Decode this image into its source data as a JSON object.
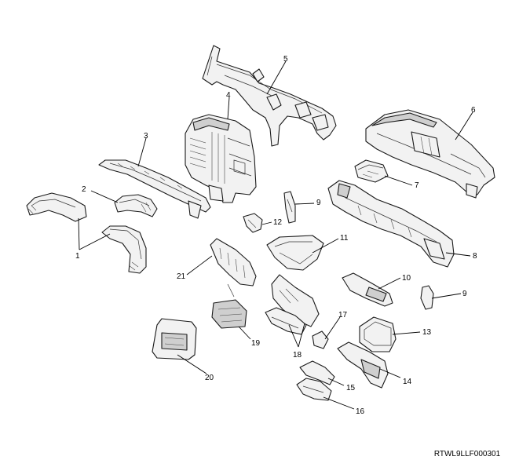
{
  "diagram": {
    "image_code": "RTWL9LLF000301",
    "callouts": [
      {
        "id": "c1a",
        "label": "1"
      },
      {
        "id": "c2",
        "label": "2"
      },
      {
        "id": "c3",
        "label": "3"
      },
      {
        "id": "c4",
        "label": "4"
      },
      {
        "id": "c5",
        "label": "5"
      },
      {
        "id": "c6",
        "label": "6"
      },
      {
        "id": "c7",
        "label": "7"
      },
      {
        "id": "c8",
        "label": "8"
      },
      {
        "id": "c9a",
        "label": "9"
      },
      {
        "id": "c9b",
        "label": "9"
      },
      {
        "id": "c10",
        "label": "10"
      },
      {
        "id": "c11",
        "label": "11"
      },
      {
        "id": "c12",
        "label": "12"
      },
      {
        "id": "c13",
        "label": "13"
      },
      {
        "id": "c14",
        "label": "14"
      },
      {
        "id": "c15",
        "label": "15"
      },
      {
        "id": "c16",
        "label": "16"
      },
      {
        "id": "c17",
        "label": "17"
      },
      {
        "id": "c18",
        "label": "18"
      },
      {
        "id": "c19",
        "label": "19"
      },
      {
        "id": "c20",
        "label": "20"
      },
      {
        "id": "c21",
        "label": "21"
      }
    ]
  }
}
